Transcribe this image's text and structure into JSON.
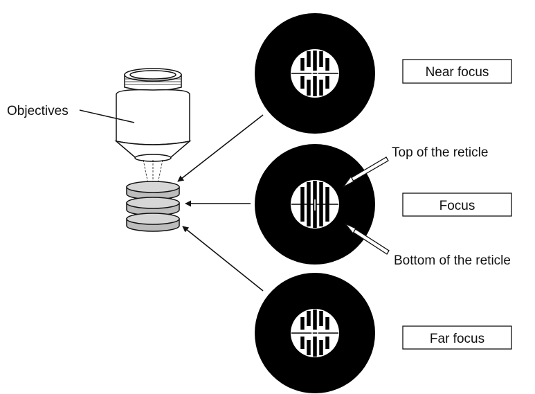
{
  "labels": {
    "objectives": "Objectives",
    "near_focus": "Near focus",
    "focus": "Focus",
    "far_focus": "Far focus",
    "top_reticle": "Top of the reticle",
    "bottom_reticle": "Bottom of the reticle"
  },
  "colors": {
    "ink": "#111111",
    "disc_fill": "#000000",
    "lens_fill": "#d6d6d6",
    "objective_fill": "#ffffff"
  }
}
